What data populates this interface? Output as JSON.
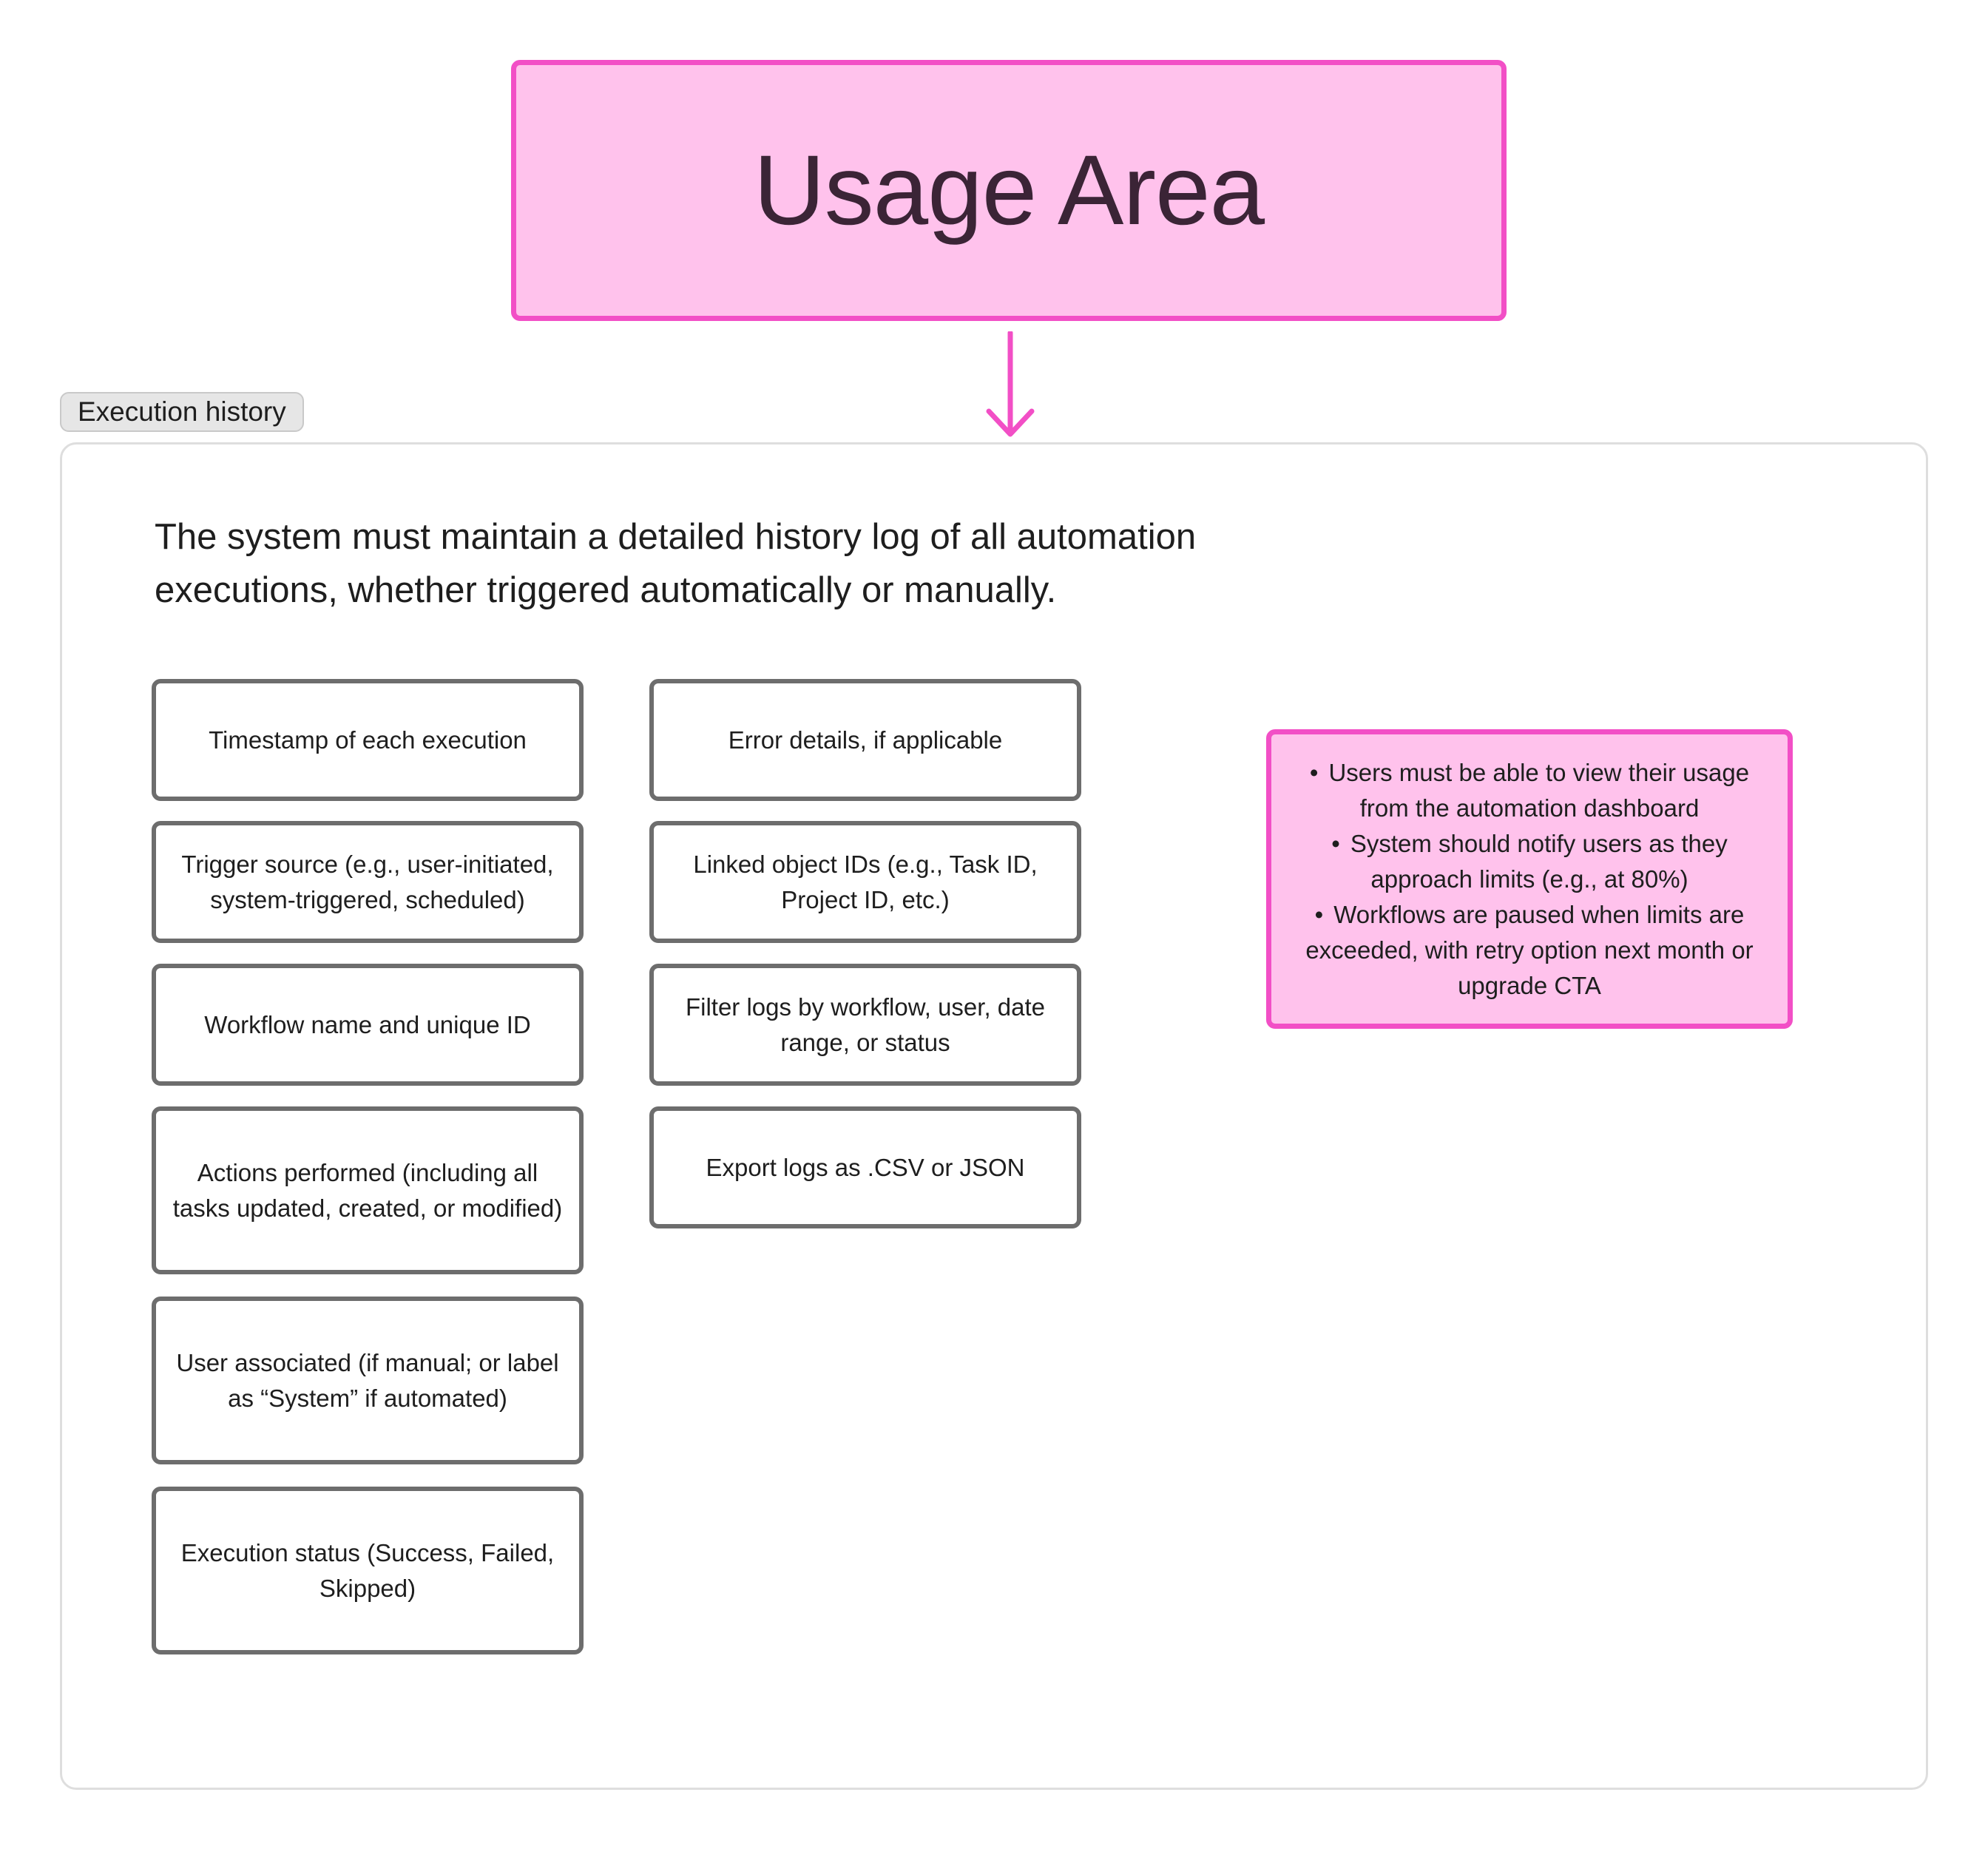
{
  "title": "Usage Area",
  "section": {
    "label": "Execution history",
    "intro": "The system must maintain a detailed history log of all automation executions, whether triggered automatically or manually."
  },
  "requirements_left": [
    "Timestamp of each execution",
    "Trigger source (e.g., user-initiated, system-triggered, scheduled)",
    "Workflow name and unique ID",
    "Actions performed (including all tasks updated, created, or modified)",
    "User associated (if manual; or label as “System” if automated)",
    "Execution status (Success, Failed, Skipped)"
  ],
  "requirements_right": [
    "Error details, if applicable",
    "Linked object IDs (e.g., Task ID, Project ID, etc.)",
    "Filter logs by workflow, user, date range, or status",
    "Export logs as .CSV or JSON"
  ],
  "note": {
    "bullets": [
      "Users must be able to view their usage from the automation dashboard",
      "System should notify users as they approach limits (e.g., at 80%)",
      "Workflows are paused when limits are exceeded, with retry option next month or upgrade CTA"
    ]
  },
  "colors": {
    "accent_pink": "#f24fc6",
    "pink_fill": "#ffc2ec",
    "box_border": "#6d6d6d"
  }
}
